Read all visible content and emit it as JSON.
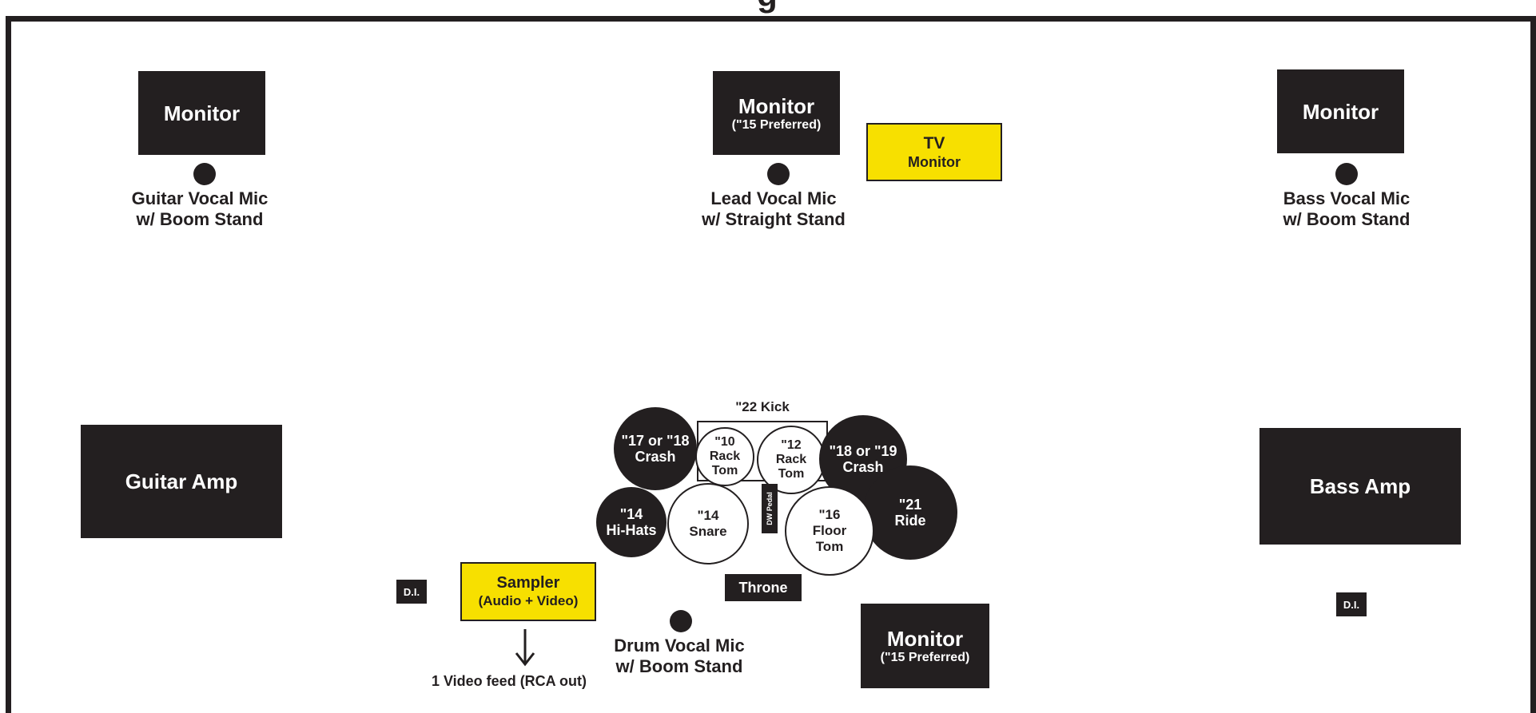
{
  "title_fragment": "g",
  "monitors": {
    "guitar": {
      "label": "Monitor"
    },
    "center": {
      "label": "Monitor",
      "note": "(\"15 Preferred)"
    },
    "bass": {
      "label": "Monitor"
    },
    "drum": {
      "label": "Monitor",
      "note": "(\"15 Preferred)"
    }
  },
  "tv_monitor": {
    "line1": "TV",
    "line2": "Monitor"
  },
  "mics": {
    "guitar": {
      "line1": "Guitar Vocal Mic",
      "line2": "w/ Boom Stand"
    },
    "lead": {
      "line1": "Lead Vocal Mic",
      "line2": "w/ Straight Stand"
    },
    "bass": {
      "line1": "Bass Vocal Mic",
      "line2": "w/ Boom Stand"
    },
    "drum": {
      "line1": "Drum Vocal Mic",
      "line2": "w/ Boom Stand"
    }
  },
  "amps": {
    "guitar": "Guitar Amp",
    "bass": "Bass Amp"
  },
  "drum_kit": {
    "kick": "\"22 Kick",
    "crash_left": {
      "line1": "\"17 or \"18",
      "line2": "Crash"
    },
    "rack_tom_10": {
      "line1": "\"10",
      "line2": "Rack",
      "line3": "Tom"
    },
    "rack_tom_12": {
      "line1": "\"12",
      "line2": "Rack",
      "line3": "Tom"
    },
    "crash_right": {
      "line1": "\"18 or \"19",
      "line2": "Crash"
    },
    "hihats": {
      "line1": "\"14",
      "line2": "Hi-Hats"
    },
    "snare": {
      "line1": "\"14",
      "line2": "Snare"
    },
    "pedal": "DW Pedal",
    "floor_tom": {
      "line1": "\"16",
      "line2": "Floor",
      "line3": "Tom"
    },
    "ride": {
      "line1": "\"21",
      "line2": "Ride"
    },
    "throne": "Throne"
  },
  "di_left": "D.I.",
  "di_right": "D.I.",
  "sampler": {
    "line1": "Sampler",
    "line2": "(Audio + Video)"
  },
  "video_feed": "1 Video feed (RCA out)",
  "colors": {
    "dark": "#231f20",
    "yellow": "#f7e000",
    "background": "#ffffff"
  }
}
